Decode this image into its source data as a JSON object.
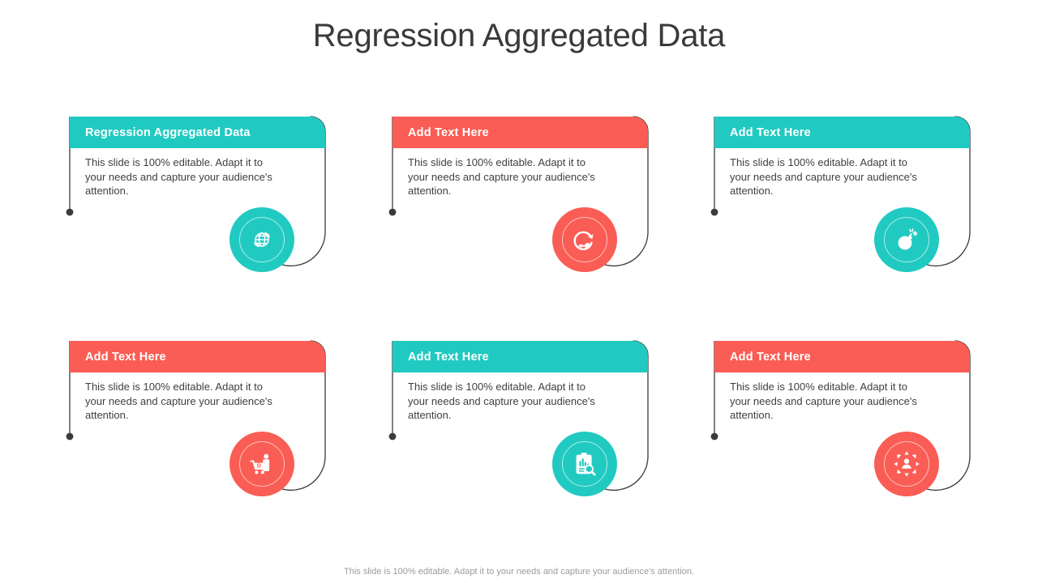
{
  "slide": {
    "title": "Regression Aggregated Data",
    "footer": "This slide is 100% editable. Adapt it to your needs and capture your audience's attention."
  },
  "palette": {
    "teal": "#21cac1",
    "red": "#fa5d55",
    "outline": "#3b3b3d",
    "title_color": "#3a3a3c",
    "body_color": "#404042",
    "footer_color": "#9c9ca0"
  },
  "cards": [
    {
      "title": "Regression Aggregated Data",
      "body": "This slide is 100% editable. Adapt it to your needs and capture your audience's attention.",
      "color": "teal",
      "icon": "globe-refresh-icon"
    },
    {
      "title": "Add  Text Here",
      "body": "This slide is 100% editable. Adapt it to your needs and capture your audience's attention.",
      "color": "red",
      "icon": "cycle-arrows-icon"
    },
    {
      "title": "Add  Text Here",
      "body": "This slide is 100% editable. Adapt it to your needs and capture your audience's attention.",
      "color": "teal",
      "icon": "bomb-icon"
    },
    {
      "title": "Add  Text Here",
      "body": "This slide is 100% editable. Adapt it to your needs and capture your audience's attention.",
      "color": "red",
      "icon": "shopping-cart-person-icon"
    },
    {
      "title": "Add  Text Here",
      "body": "This slide is 100% editable. Adapt it to your needs and capture your audience's attention.",
      "color": "teal",
      "icon": "clipboard-search-icon"
    },
    {
      "title": "Add  Text Here",
      "body": "This slide is 100% editable. Adapt it to your needs and capture your audience's attention.",
      "color": "red",
      "icon": "network-person-icon"
    }
  ]
}
